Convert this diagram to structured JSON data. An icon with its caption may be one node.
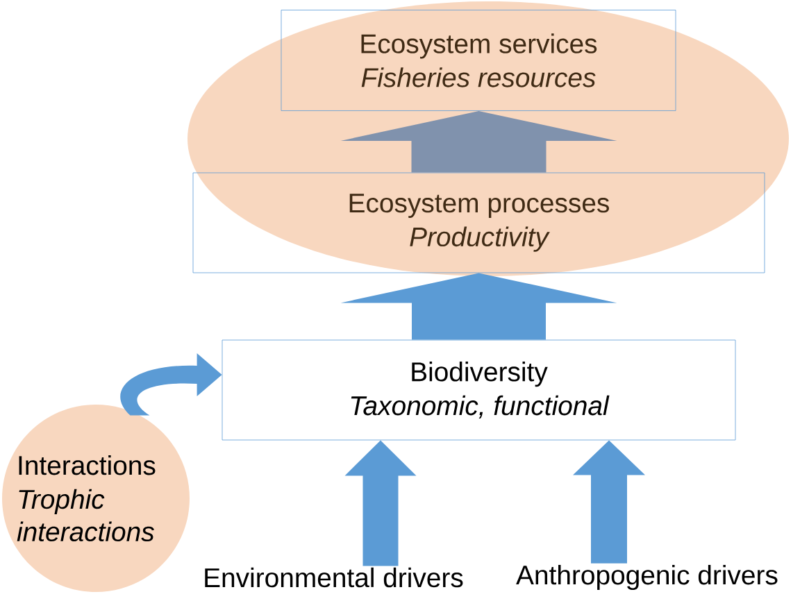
{
  "diagram": {
    "nodes": [
      {
        "text": [
          "Ecosystem services",
          "Fisheries resources"
        ]
      },
      {
        "text": [
          "Ecosystem processes",
          "Productivity"
        ]
      },
      {
        "text": [
          "Biodiversity",
          "Taxonomic, functional"
        ]
      },
      {
        "text": [
          "Interactions",
          "Trophic interactions"
        ]
      },
      {
        "text": [
          "Environmental drivers"
        ]
      },
      {
        "text": [
          "Anthropogenic drivers"
        ]
      }
    ],
    "edges": [
      {
        "from": 1,
        "to": 0,
        "arrow": "to",
        "style": "thick",
        "color": "#8092ad"
      },
      {
        "from": 2,
        "to": 1,
        "arrow": "to",
        "style": "thick"
      },
      {
        "from": 3,
        "to": 2,
        "arrow": "to",
        "style": "thick"
      },
      {
        "from": 4,
        "to": 2,
        "arrow": "to",
        "style": "thick"
      },
      {
        "from": 5,
        "to": 2,
        "arrow": "to",
        "style": "thick"
      }
    ]
  }
}
